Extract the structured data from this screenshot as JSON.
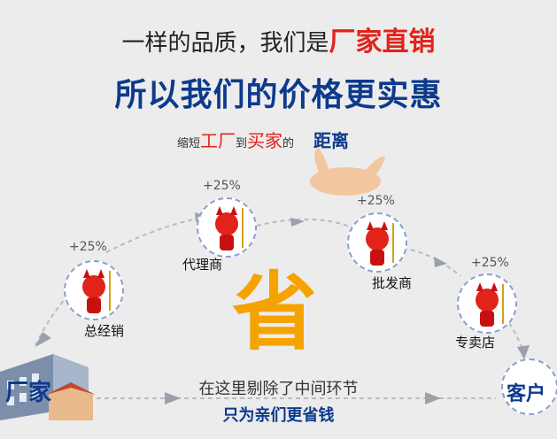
{
  "header": {
    "line1_prefix": "一样的品质，我们是",
    "line1_highlight": "厂家直销",
    "line2": "所以我们的价格更实惠",
    "line3_a": "缩短",
    "line3_b": "工厂",
    "line3_c": "到",
    "line3_d": "买家",
    "line3_e": "的",
    "line3_f": "距离"
  },
  "stages": [
    {
      "pct": "+25%",
      "label": "总经销"
    },
    {
      "pct": "+25%",
      "label": "代理商"
    },
    {
      "pct": "+25%",
      "label": "批发商"
    },
    {
      "pct": "+25%",
      "label": "专卖店"
    }
  ],
  "center_char": "省",
  "middle_text": "在这里剔除了中间环节",
  "bottom_text": "只为亲们更省钱",
  "factory_label": "厂家",
  "customer_label": "客户",
  "colors": {
    "brand_blue": "#0d3a8c",
    "red": "#e2231a",
    "orange": "#f5a300"
  }
}
